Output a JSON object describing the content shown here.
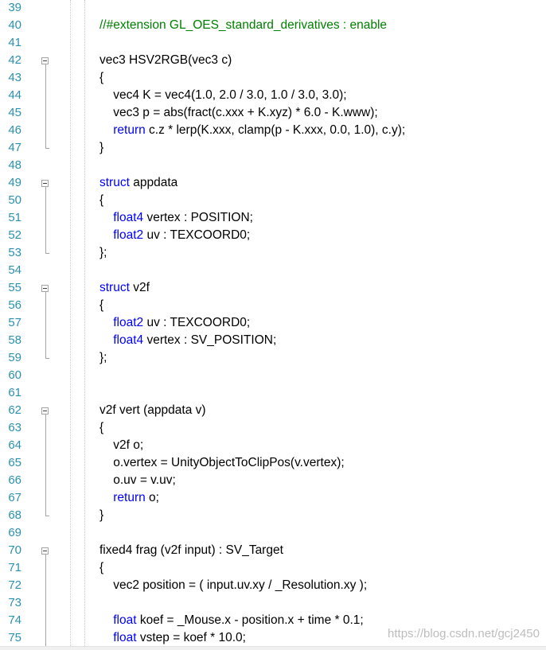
{
  "colors": {
    "line_number": "#2b91af",
    "keyword": "#0000ff",
    "comment": "#008000",
    "text": "#000000"
  },
  "lines": [
    {
      "n": "39",
      "parts": []
    },
    {
      "n": "40",
      "parts": [
        {
          "t": "//#extension GL_OES_standard_derivatives : enable",
          "c": "cm"
        }
      ]
    },
    {
      "n": "41",
      "parts": []
    },
    {
      "n": "42",
      "parts": [
        {
          "t": "vec3 HSV2RGB(vec3 c)"
        }
      ]
    },
    {
      "n": "43",
      "parts": [
        {
          "t": "{"
        }
      ]
    },
    {
      "n": "44",
      "parts": [
        {
          "t": "    vec4 K = vec4(1.0, 2.0 / 3.0, 1.0 / 3.0, 3.0);"
        }
      ]
    },
    {
      "n": "45",
      "parts": [
        {
          "t": "    vec3 p = abs(fract(c.xxx + K.xyz) * 6.0 - K.www);"
        }
      ]
    },
    {
      "n": "46",
      "parts": [
        {
          "t": "    "
        },
        {
          "t": "return",
          "c": "kw"
        },
        {
          "t": " c.z * lerp(K.xxx, clamp(p - K.xxx, 0.0, 1.0), c.y);"
        }
      ]
    },
    {
      "n": "47",
      "parts": [
        {
          "t": "}"
        }
      ]
    },
    {
      "n": "48",
      "parts": []
    },
    {
      "n": "49",
      "parts": [
        {
          "t": "struct",
          "c": "kw"
        },
        {
          "t": " appdata"
        }
      ]
    },
    {
      "n": "50",
      "parts": [
        {
          "t": "{"
        }
      ]
    },
    {
      "n": "51",
      "parts": [
        {
          "t": "    "
        },
        {
          "t": "float4",
          "c": "kw"
        },
        {
          "t": " vertex : POSITION;"
        }
      ]
    },
    {
      "n": "52",
      "parts": [
        {
          "t": "    "
        },
        {
          "t": "float2",
          "c": "kw"
        },
        {
          "t": " uv : TEXCOORD0;"
        }
      ]
    },
    {
      "n": "53",
      "parts": [
        {
          "t": "};"
        }
      ]
    },
    {
      "n": "54",
      "parts": []
    },
    {
      "n": "55",
      "parts": [
        {
          "t": "struct",
          "c": "kw"
        },
        {
          "t": " v2f"
        }
      ]
    },
    {
      "n": "56",
      "parts": [
        {
          "t": "{"
        }
      ]
    },
    {
      "n": "57",
      "parts": [
        {
          "t": "    "
        },
        {
          "t": "float2",
          "c": "kw"
        },
        {
          "t": " uv : TEXCOORD0;"
        }
      ]
    },
    {
      "n": "58",
      "parts": [
        {
          "t": "    "
        },
        {
          "t": "float4",
          "c": "kw"
        },
        {
          "t": " vertex : SV_POSITION;"
        }
      ]
    },
    {
      "n": "59",
      "parts": [
        {
          "t": "};"
        }
      ]
    },
    {
      "n": "60",
      "parts": []
    },
    {
      "n": "61",
      "parts": []
    },
    {
      "n": "62",
      "parts": [
        {
          "t": "v2f vert (appdata v)"
        }
      ]
    },
    {
      "n": "63",
      "parts": [
        {
          "t": "{"
        }
      ]
    },
    {
      "n": "64",
      "parts": [
        {
          "t": "    v2f o;"
        }
      ]
    },
    {
      "n": "65",
      "parts": [
        {
          "t": "    o.vertex = UnityObjectToClipPos(v.vertex);"
        }
      ]
    },
    {
      "n": "66",
      "parts": [
        {
          "t": "    o.uv = v.uv;"
        }
      ]
    },
    {
      "n": "67",
      "parts": [
        {
          "t": "    "
        },
        {
          "t": "return",
          "c": "kw"
        },
        {
          "t": " o;"
        }
      ]
    },
    {
      "n": "68",
      "parts": [
        {
          "t": "}"
        }
      ]
    },
    {
      "n": "69",
      "parts": []
    },
    {
      "n": "70",
      "parts": [
        {
          "t": "fixed4 frag (v2f input) : SV_Target"
        }
      ]
    },
    {
      "n": "71",
      "parts": [
        {
          "t": "{"
        }
      ]
    },
    {
      "n": "72",
      "parts": [
        {
          "t": "    vec2 position = ( input.uv.xy / _Resolution.xy );"
        }
      ]
    },
    {
      "n": "73",
      "parts": []
    },
    {
      "n": "74",
      "parts": [
        {
          "t": "    "
        },
        {
          "t": "float",
          "c": "kw"
        },
        {
          "t": " koef = _Mouse.x - position.x + time * 0.1;"
        }
      ]
    },
    {
      "n": "75",
      "parts": [
        {
          "t": "    "
        },
        {
          "t": "float",
          "c": "kw"
        },
        {
          "t": " vstep = koef * 10.0;"
        }
      ]
    }
  ],
  "folds": [
    {
      "start": 42,
      "end": 47
    },
    {
      "start": 49,
      "end": 53
    },
    {
      "start": 55,
      "end": 59
    },
    {
      "start": 62,
      "end": 68
    },
    {
      "start": 70,
      "end": 75
    }
  ],
  "watermark": "https://blog.csdn.net/gcj2450"
}
